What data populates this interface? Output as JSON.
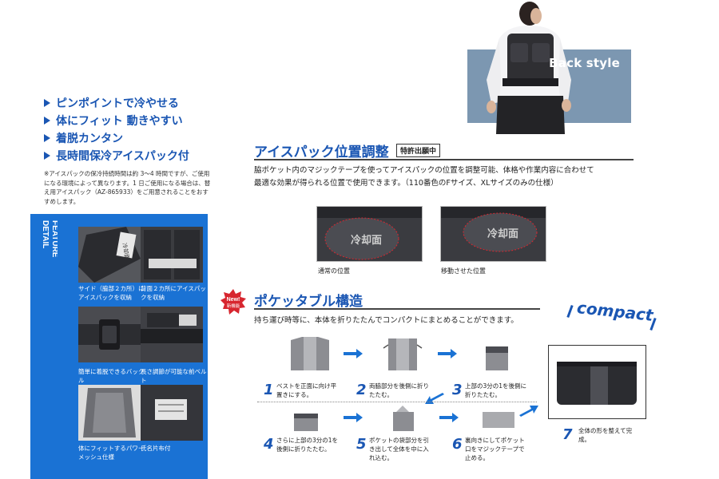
{
  "hero": {
    "caption": "Back style"
  },
  "features": {
    "items": [
      "ピンポイントで冷やせる",
      "体にフィット 動きやすい",
      "着脱カンタン",
      "長時間保冷アイスパック付"
    ],
    "note": "※アイスパックの保冷持続時間は約 3〜4 時間ですが、ご使用になる環境によって異なります。1 日ご使用になる場合は、替え用アイスパック（AZ-865933）をご用意されることをおすすめします。"
  },
  "detail": {
    "label_line1": "DETAIL",
    "label_line2": "FEATURE",
    "tag_text": "冷却面",
    "cells": [
      {
        "caption": "サイド（脇部２カ所）にアイスパックを収納"
      },
      {
        "caption": "背面２カ所にアイスパックを収納"
      },
      {
        "caption": "簡単に着脱できるバックル"
      },
      {
        "caption": "長さ調節が可能な前ベルト"
      },
      {
        "caption": "体にフィットするパワーメッシュ仕様"
      },
      {
        "caption": "氏名片布付"
      }
    ]
  },
  "icepack": {
    "title": "アイスパック位置調整",
    "badge": "特許出願中",
    "text_line1": "脇ポケット内のマジックテープを使ってアイスパックの位置を調整可能、体格や作業内容に合わせて",
    "text_line2": "最適な効果が得られる位置で使用できます。（110番色のFサイズ、XLサイズのみの仕様）",
    "photo_label": "冷却面",
    "photos": [
      {
        "caption": "通常の位置"
      },
      {
        "caption": "移動させた位置"
      }
    ]
  },
  "pocketable": {
    "new_line1": "New!",
    "new_line2": "新機能",
    "title": "ポケッタブル構造",
    "text": "持ち運び時等に、本体を折りたたんでコンパクトにまとめることができます。",
    "compact": "compact",
    "steps": [
      {
        "num": "1",
        "text": "ベストを正面に向け平置きにする。"
      },
      {
        "num": "2",
        "text": "両脇部分を後側に折りたたむ。"
      },
      {
        "num": "3",
        "text": "上部の3分の1を後側に折りたたむ。"
      },
      {
        "num": "4",
        "text": "さらに上部の3分の1を後側に折りたたむ。"
      },
      {
        "num": "5",
        "text": "ポケットの袋部分を引き出して全体を中に入れ込む。"
      },
      {
        "num": "6",
        "text": "裏向きにしてポケット口をマジックテープで止める。"
      },
      {
        "num": "7",
        "text": "全体の形を整えて完成。"
      }
    ]
  },
  "colors": {
    "accent": "#1a56b3",
    "panel": "#1a72d4",
    "badge_red": "#d7262f"
  }
}
